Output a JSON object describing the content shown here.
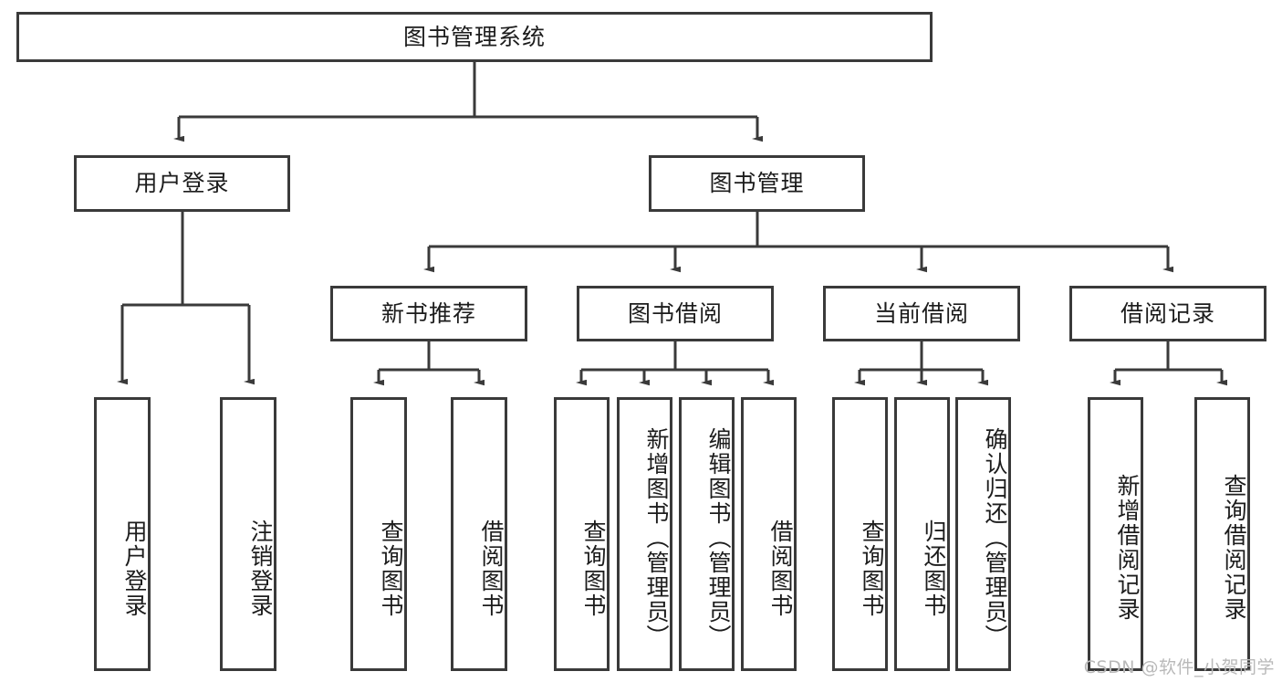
{
  "diagram": {
    "title": "图书管理系统",
    "type": "tree-hierarchy-chart",
    "orientation": "top-down",
    "colors": {
      "node_border": "#3a3a3a",
      "node_fill": "#ffffff",
      "edge": "#3a3a3a",
      "text": "#1c1c1c",
      "watermark": "#b9b9b9",
      "background": "#ffffff"
    }
  },
  "root": {
    "label": "图书管理系统"
  },
  "level2": [
    {
      "id": "user-login",
      "label": "用户登录"
    },
    {
      "id": "book-manage",
      "label": "图书管理"
    }
  ],
  "level3": [
    {
      "id": "new-book-recommend",
      "label": "新书推荐",
      "parent": "book-manage"
    },
    {
      "id": "book-borrow",
      "label": "图书借阅",
      "parent": "book-manage"
    },
    {
      "id": "current-borrow",
      "label": "当前借阅",
      "parent": "book-manage"
    },
    {
      "id": "borrow-record",
      "label": "借阅记录",
      "parent": "book-manage"
    }
  ],
  "leaves": {
    "user_login": [
      {
        "id": "leaf-user-login",
        "label": "用户登录"
      },
      {
        "id": "leaf-logout-login",
        "label": "注销登录"
      }
    ],
    "new_book_recommend": [
      {
        "id": "leaf-query-book-1",
        "label": "查询图书"
      },
      {
        "id": "leaf-borrow-book-1",
        "label": "借阅图书"
      }
    ],
    "book_borrow": [
      {
        "id": "leaf-query-book-2",
        "label": "查询图书"
      },
      {
        "id": "leaf-add-book",
        "label": "新增图书（管理员）"
      },
      {
        "id": "leaf-edit-book",
        "label": "编辑图书（管理员）"
      },
      {
        "id": "leaf-borrow-book-2",
        "label": "借阅图书"
      }
    ],
    "current_borrow": [
      {
        "id": "leaf-query-book-3",
        "label": "查询图书"
      },
      {
        "id": "leaf-return-book",
        "label": "归还图书"
      },
      {
        "id": "leaf-confirm-return",
        "label": "确认归还（管理员）"
      }
    ],
    "borrow_record": [
      {
        "id": "leaf-add-borrow-record",
        "label": "新增借阅记录"
      },
      {
        "id": "leaf-query-borrow-record",
        "label": "查询借阅记录"
      }
    ]
  },
  "watermark": {
    "text": "CSDN @软件_小贺同学"
  }
}
